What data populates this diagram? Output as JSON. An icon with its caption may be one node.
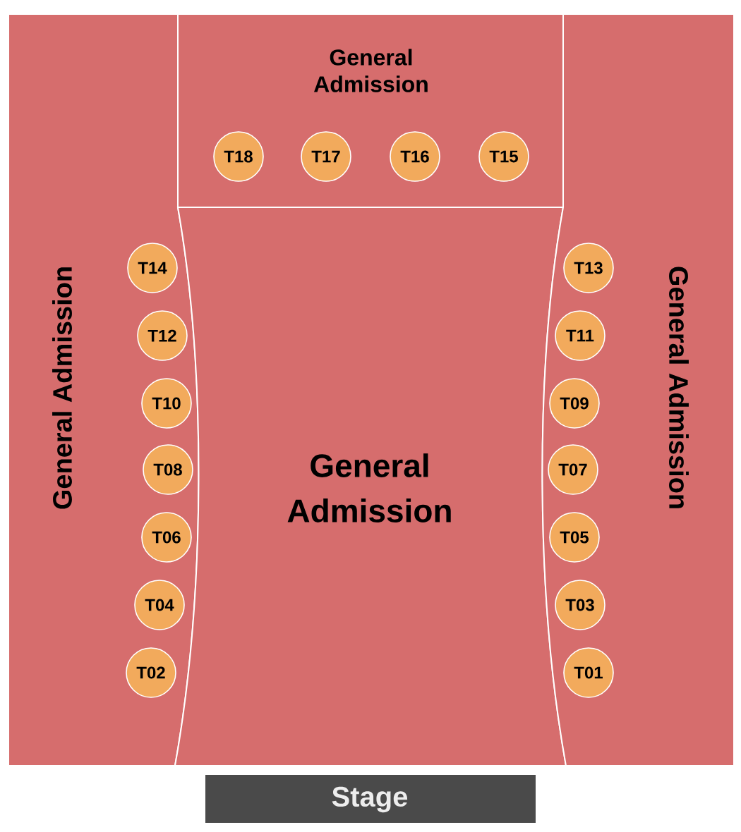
{
  "diagram": {
    "nodes": [
      {
        "text": [
          "General Admission"
        ]
      },
      {
        "text": [
          "T18"
        ],
        "in": 0
      },
      {
        "text": [
          "T17"
        ],
        "in": 0
      },
      {
        "text": [
          "T16"
        ],
        "in": 0
      },
      {
        "text": [
          "T15"
        ],
        "in": 0
      },
      {
        "text": [
          "General Admission"
        ]
      },
      {
        "text": [
          "T14"
        ],
        "in": 5
      },
      {
        "text": [
          "T12"
        ],
        "in": 5
      },
      {
        "text": [
          "T10"
        ],
        "in": 5
      },
      {
        "text": [
          "T08"
        ],
        "in": 5
      },
      {
        "text": [
          "T06"
        ],
        "in": 5
      },
      {
        "text": [
          "T04"
        ],
        "in": 5
      },
      {
        "text": [
          "T02"
        ],
        "in": 5
      },
      {
        "text": [
          "General Admission"
        ]
      },
      {
        "text": [
          "General Admission"
        ]
      },
      {
        "text": [
          "T13"
        ],
        "in": 14
      },
      {
        "text": [
          "T11"
        ],
        "in": 14
      },
      {
        "text": [
          "T09"
        ],
        "in": 14
      },
      {
        "text": [
          "T07"
        ],
        "in": 14
      },
      {
        "text": [
          "T05"
        ],
        "in": 14
      },
      {
        "text": [
          "T03"
        ],
        "in": 14
      },
      {
        "text": [
          "T01"
        ],
        "in": 14
      },
      {
        "text": [
          "Stage"
        ]
      }
    ]
  }
}
